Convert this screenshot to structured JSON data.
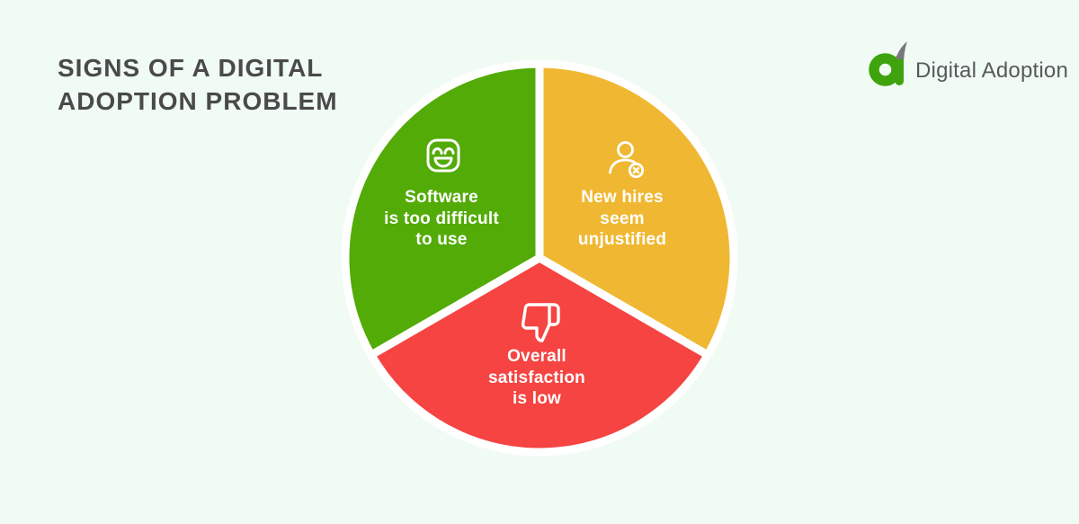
{
  "background_color": "#f0fbf4",
  "title": {
    "line1": "SIGNS OF A DIGITAL",
    "line2": "ADOPTION PROBLEM",
    "color": "#4a4a4a"
  },
  "logo": {
    "text": "Digital Adoption",
    "text_color": "#58595b",
    "icon_green": "#3fa30d",
    "icon_gray": "#77787b"
  },
  "chart_data": {
    "type": "pie",
    "title": "Signs of a digital adoption problem",
    "equal_slices": true,
    "separator_color": "#ffffff",
    "label_color": "#ffffff",
    "legend_position": "none",
    "slices": [
      {
        "name": "software-too-difficult",
        "label": "Software is too difficult to use",
        "lines": [
          "Software",
          "is too difficult",
          "to use"
        ],
        "value": 33.33,
        "color": "#53ab07",
        "icon": "sad-face-icon",
        "angle_start_deg_cw_from_top": 240,
        "angle_end_deg_cw_from_top": 360
      },
      {
        "name": "new-hires-unjustified",
        "label": "New hires seem unjustified",
        "lines": [
          "New hires",
          "seem",
          "unjustified"
        ],
        "value": 33.33,
        "color": "#f0b832",
        "icon": "user-x-icon",
        "angle_start_deg_cw_from_top": 0,
        "angle_end_deg_cw_from_top": 120
      },
      {
        "name": "overall-satisfaction-low",
        "label": "Overall satisfaction is low",
        "lines": [
          "Overall",
          "satisfaction",
          "is low"
        ],
        "value": 33.34,
        "color": "#f54441",
        "icon": "thumbs-down-icon",
        "angle_start_deg_cw_from_top": 120,
        "angle_end_deg_cw_from_top": 240
      }
    ]
  }
}
